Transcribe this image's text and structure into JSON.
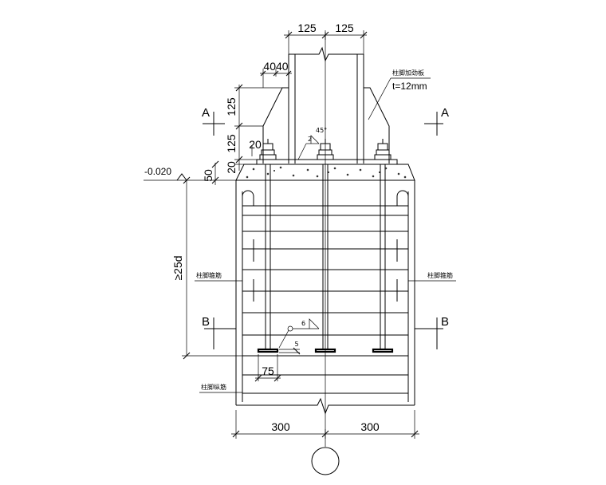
{
  "dims": {
    "top_left": "125",
    "top_right": "125",
    "stiffener_gap": "4040",
    "stiffener_h": "125",
    "lower_125": "125",
    "weld_20": "20",
    "plate_20": "20",
    "grout_50": "50",
    "elevation": "-0.020",
    "embed_len": "≥25d",
    "washer_75": "75",
    "washer_t": "5",
    "bottom_left": "300",
    "bottom_right": "300"
  },
  "weld": {
    "angle": "45°",
    "size_top": "2",
    "size_bottom": "6"
  },
  "labels": {
    "stiffener": "柱脚加劲板",
    "stiffener_t": "t=12mm",
    "stirrup_left": "柱脚箍筋",
    "stirrup_right": "柱脚箍筋",
    "longitudinal": "柱脚纵筋"
  },
  "sections": {
    "a_left": "A",
    "a_right": "A",
    "b_left": "B",
    "b_right": "B"
  }
}
